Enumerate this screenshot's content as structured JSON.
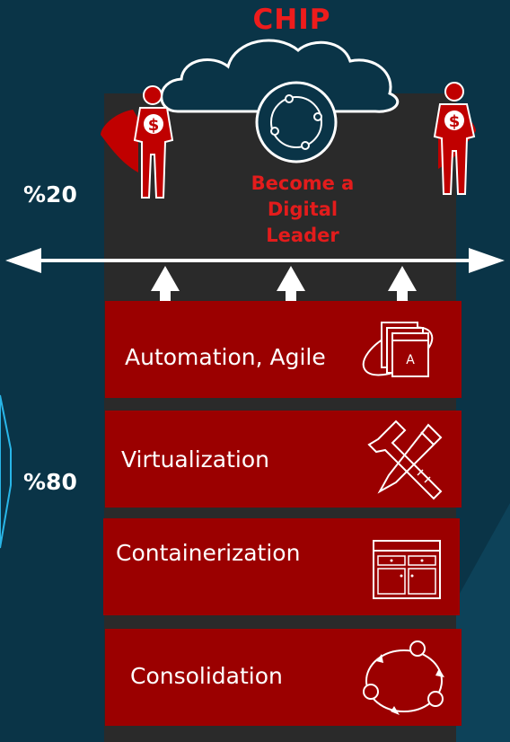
{
  "title": "CHIP",
  "tagline_lines": [
    "Become a",
    "Digital",
    "Leader"
  ],
  "labels": {
    "top_percent": "%20",
    "bottom_percent": "%80"
  },
  "layers": [
    {
      "label": "Automation, Agile",
      "icon": "stacked-windows-icon"
    },
    {
      "label": "Virtualization",
      "icon": "hammer-pencil-icon"
    },
    {
      "label": "Containerization",
      "icon": "cabinet-icon"
    },
    {
      "label": "Consolidation",
      "icon": "cycle-icon"
    }
  ],
  "colors": {
    "background": "#0a3447",
    "tower": "#2a2a2a",
    "block": "#9b0000",
    "accent_red": "#ee1c1c",
    "bracket": "#29b6e8"
  }
}
